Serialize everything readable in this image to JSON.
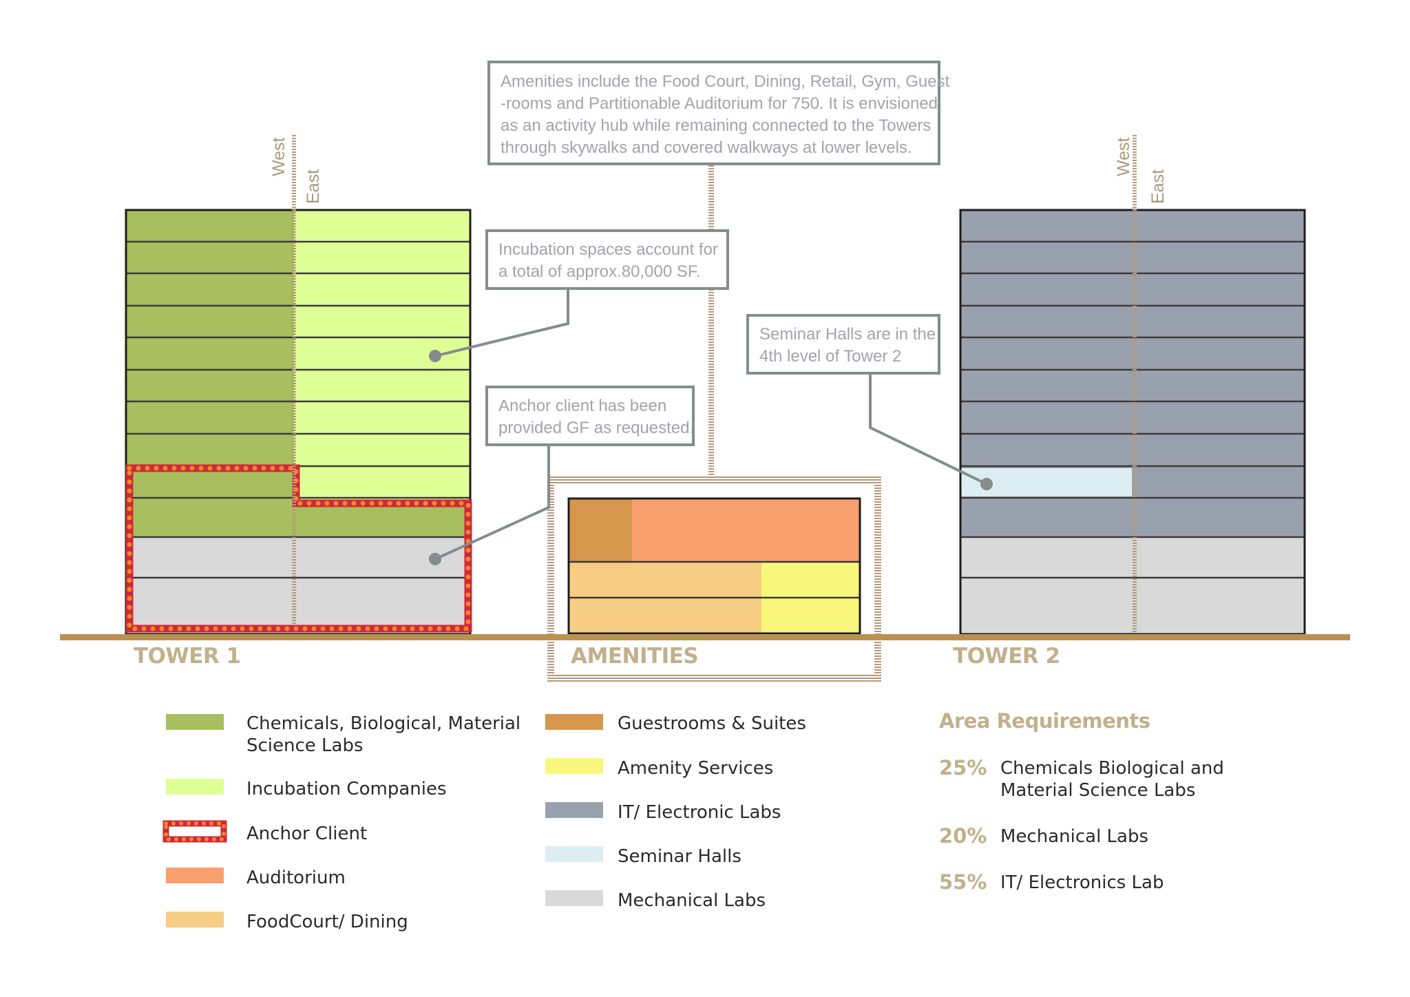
{
  "colors": {
    "chemicals_labs": "#a7bf5e",
    "incubation": "#deff96",
    "anchor_border": "#d0283a",
    "anchor_dots": "#f08a2a",
    "auditorium": "#f89f6e",
    "foodcourt": "#f6cd82",
    "guestrooms": "#d6964d",
    "amenity_services": "#f8f77b",
    "it_labs": "#9aa1ae",
    "seminar_halls": "#ddeef3",
    "mechanical_labs": "#d9d9d9",
    "ground": "#b99252",
    "accent_text": "#c1b08a",
    "note_border": "#858c8d",
    "note_text": "#a3a3ab"
  },
  "notes": {
    "amenities": [
      "Amenities include the Food Court, Dining, Retail, Gym, Guest",
      "-rooms and Partitionable Auditorium for 750. It is envisioned",
      "as an activity hub while remaining connected to the Towers",
      "through skywalks and covered walkways at lower levels."
    ],
    "incubation": [
      "Incubation spaces account for",
      "a total of approx.80,000 SF."
    ],
    "anchor": [
      "Anchor client has been",
      "provided GF as requested."
    ],
    "seminar": [
      "Seminar Halls are in the",
      "4th level of Tower 2"
    ]
  },
  "orientation": {
    "west": "West",
    "east": "East"
  },
  "buildings": {
    "tower1": "TOWER 1",
    "amenities": "AMENITIES",
    "tower2": "TOWER 2"
  },
  "legend": {
    "col1": [
      {
        "key": "chemicals_labs",
        "lines": [
          "Chemicals, Biological, Material",
          "Science Labs"
        ]
      },
      {
        "key": "incubation",
        "lines": [
          "Incubation Companies"
        ]
      },
      {
        "key": "anchor",
        "lines": [
          "Anchor Client"
        ]
      },
      {
        "key": "auditorium",
        "lines": [
          "Auditorium"
        ]
      },
      {
        "key": "foodcourt",
        "lines": [
          "FoodCourt/ Dining"
        ]
      }
    ],
    "col2": [
      {
        "key": "guestrooms",
        "lines": [
          "Guestrooms & Suites"
        ]
      },
      {
        "key": "amenity_services",
        "lines": [
          "Amenity Services"
        ]
      },
      {
        "key": "it_labs",
        "lines": [
          "IT/ Electronic Labs"
        ]
      },
      {
        "key": "seminar_halls",
        "lines": [
          "Seminar Halls"
        ]
      },
      {
        "key": "mechanical_labs",
        "lines": [
          "Mechanical Labs"
        ]
      }
    ]
  },
  "area_requirements": {
    "title": "Area Requirements",
    "items": [
      {
        "percent": "25%",
        "lines": [
          "Chemicals Biological and",
          "Material Science Labs"
        ]
      },
      {
        "percent": "20%",
        "lines": [
          "Mechanical Labs"
        ]
      },
      {
        "percent": "55%",
        "lines": [
          "IT/ Electronics Lab"
        ]
      }
    ]
  }
}
